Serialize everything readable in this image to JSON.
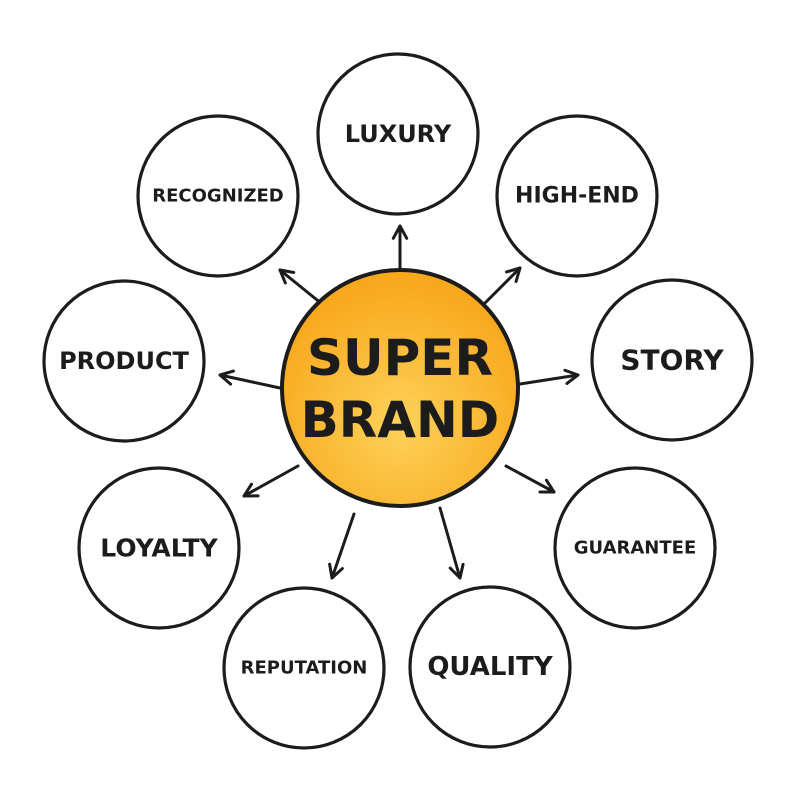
{
  "center": {
    "line1": "SUPER",
    "line2": "BRAND",
    "fill_color": "#f8a81c",
    "highlight_color": "#fdd25a"
  },
  "nodes": [
    {
      "id": "luxury",
      "label": "LUXURY"
    },
    {
      "id": "high-end",
      "label": "HIGH-END"
    },
    {
      "id": "story",
      "label": "STORY"
    },
    {
      "id": "guarantee",
      "label": "GUARANTEE"
    },
    {
      "id": "quality",
      "label": "QUALITY"
    },
    {
      "id": "reputation",
      "label": "REPUTATION"
    },
    {
      "id": "loyalty",
      "label": "LOYALTY"
    },
    {
      "id": "product",
      "label": "PRODUCT"
    },
    {
      "id": "recognized",
      "label": "RECOGNIZED"
    }
  ]
}
